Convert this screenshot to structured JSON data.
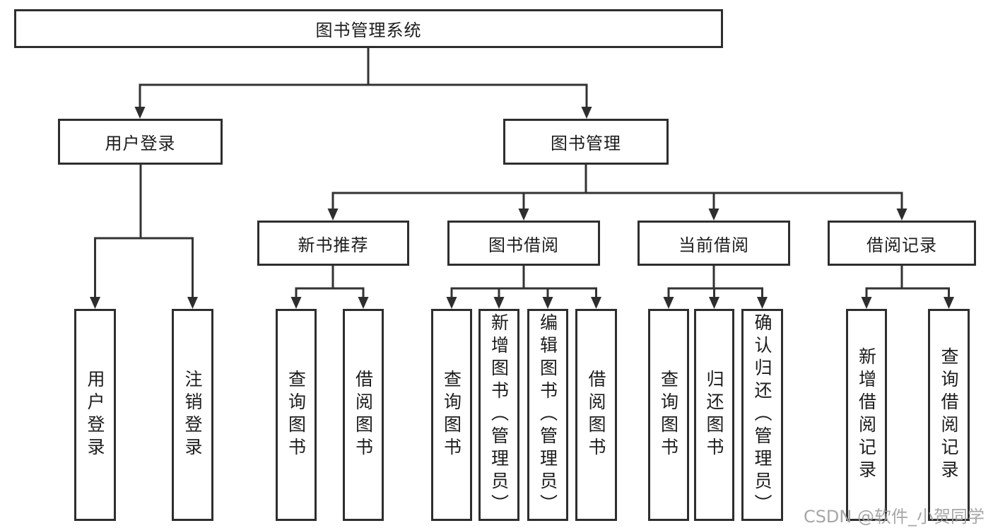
{
  "diagram": {
    "title": "图书管理系统",
    "watermark": "CSDN @软件_小贺同学",
    "colors": {
      "line": "#333333",
      "box_border": "#2e2e2e",
      "box_background": "#ffffff",
      "text": "#1c1c1c",
      "watermark": "#9e9e9e"
    },
    "nodes": {
      "root": "图书管理系统",
      "user_login": "用户登录",
      "book_management": "图书管理",
      "new_book_recommend": "新书推荐",
      "book_borrow": "图书借阅",
      "current_borrow": "当前借阅",
      "borrow_records": "借阅记录",
      "user_login_leaf": "用户登录",
      "logout_leaf": "注销登录",
      "nbr_query_books": "查询图书",
      "nbr_borrow_books": "借阅图书",
      "bb_query_books": "查询图书",
      "bb_add_books": "新增图书（管理员）",
      "bb_edit_books": "编辑图书（管理员）",
      "bb_borrow_books": "借阅图书",
      "cb_query_books": "查询图书",
      "cb_return_books": "归还图书",
      "cb_confirm_return": "确认归还（管理员）",
      "br_add_record": "新增借阅记录",
      "br_query_record": "查询借阅记录"
    }
  }
}
